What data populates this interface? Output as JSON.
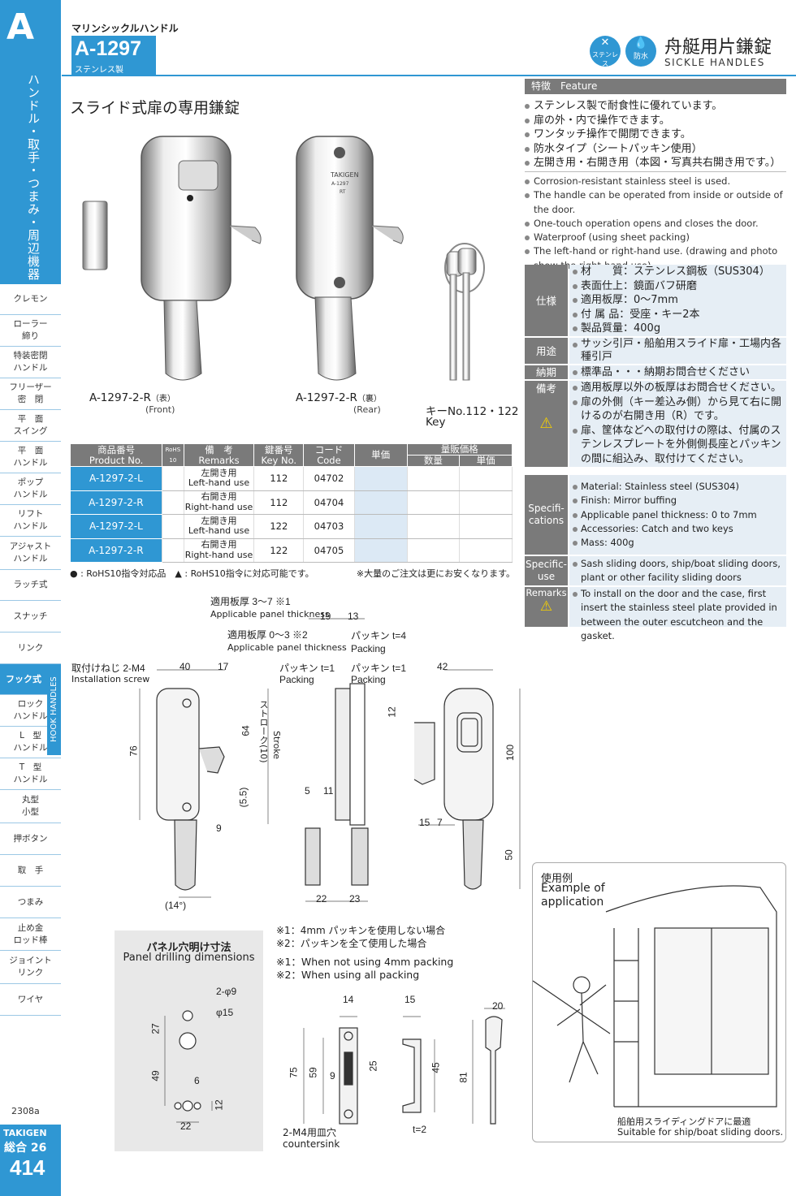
{
  "sidebar": {
    "letter": "A",
    "category": "ハンドル・取手・つまみ・周辺機器",
    "items": [
      "クレモン",
      "ローラー\n締り",
      "特装密閉\nハンドル",
      "フリーザー\n密　閉",
      "平　面\nスイング",
      "平　面\nハンドル",
      "ポップ\nハンドル",
      "リフト\nハンドル",
      "アジャスト\nハンドル",
      "ラッチ式",
      "スナッチ",
      "リンク",
      "フック式",
      "ロック\nハンドル",
      "L　型\nハンドル",
      "T　型\nハンドル",
      "丸型\n小型",
      "押ボタン",
      "取　手",
      "つまみ",
      "止め金\nロッド棒",
      "ジョイント\nリンク",
      "ワイヤ"
    ],
    "active_index": 12,
    "tab_label": "HOOK HANDLES",
    "edition": "2308a",
    "brand": "TAKIGEN",
    "catalog": "総合 26",
    "page": "414"
  },
  "header": {
    "subtitle": "マリンシックルハンドル",
    "model": "A-1297",
    "material": "ステンレス製",
    "badges": [
      "ステンレス",
      "防水"
    ],
    "title_jp": "舟艇用片鎌錠",
    "title_en": "SICKLE HANDLES"
  },
  "headline": "スライド式扉の専用鎌錠",
  "photos": {
    "front_cap": "A-1297-2-R",
    "front_sub": "（表）",
    "front_en": "(Front)",
    "rear_cap": "A-1297-2-R",
    "rear_sub": "（裏）",
    "rear_en": "(Rear)",
    "key_cap": "キーNo.112・122",
    "key_en": "Key",
    "engraving": "TAKIGEN",
    "engraving_model": "A-1297",
    "engraving_side": "RT"
  },
  "feature": {
    "label": "特徴　Feature",
    "jp": [
      "ステンレス製で耐食性に優れています。",
      "扉の外・内で操作できます。",
      "ワンタッチ操作で開閉できます。",
      "防水タイプ（シートパッキン使用）",
      "左開き用・右開き用（本図・写真共右開き用です。）"
    ],
    "en": [
      "Corrosion-resistant stainless steel is used.",
      "The handle can be operated from inside or outside  of the door.",
      "One-touch operation opens and closes the door.",
      "Waterproof (using sheet packing)",
      "The left-hand or right-hand use. (drawing and photo show the right-hand use)"
    ]
  },
  "spec_jp": {
    "spec_label": "仕様",
    "spec": [
      "材　　質：ステンレス鋼板（SUS304）",
      "表面仕上：鏡面バフ研磨",
      "適用板厚：0〜7mm",
      "付 属 品：受座・キー2本",
      "製品質量：400g"
    ],
    "use_label": "用途",
    "use": [
      "サッシ引戸・船舶用スライド扉・工場内各種引戸"
    ],
    "delivery_label": "納期",
    "delivery": [
      "標準品・・・納期お問合せください"
    ],
    "remarks_label": "備考",
    "remarks": [
      "適用板厚以外の板厚はお問合せください。",
      "扉の外側（キー差込み側）から見て右に開けるのが右開き用（R）です。",
      "扉、筐体などへの取付けの際は、付属のステンレスプレートを外側側長座とパッキンの間に組込み、取付けてください。"
    ]
  },
  "spec_en": {
    "spec_label": "Specifi-\ncations",
    "spec": [
      "Material: Stainless steel (SUS304)",
      "Finish: Mirror buffing",
      "Applicable panel thickness: 0 to 7mm",
      "Accessories: Catch and two keys",
      "Mass: 400g"
    ],
    "use_label": "Specific-\nuse",
    "use": [
      "Sash sliding doors, ship/boat sliding doors, plant or other facility sliding doors"
    ],
    "remarks_label": "Remarks",
    "remarks": [
      "To install on the door and the case, first insert the stainless steel plate provided in between the outer escutcheon and the gasket."
    ]
  },
  "table": {
    "headers": {
      "product": "商品番号\nProduct No.",
      "rohs": "RoHS\n10",
      "remarks": "備　考\nRemarks",
      "key": "鍵番号\nKey No.",
      "code": "コード\nCode",
      "price": "単価",
      "bulk": "量販価格",
      "qty": "数量",
      "bulk_price": "単価"
    },
    "rows": [
      {
        "product": "A-1297-2-L",
        "remarks": "左開き用\nLeft-hand use",
        "key": "112",
        "code": "04702"
      },
      {
        "product": "A-1297-2-R",
        "remarks": "右開き用\nRight-hand use",
        "key": "112",
        "code": "04704"
      },
      {
        "product": "A-1297-2-L",
        "remarks": "左開き用\nLeft-hand use",
        "key": "122",
        "code": "04703"
      },
      {
        "product": "A-1297-2-R",
        "remarks": "右開き用\nRight-hand use",
        "key": "122",
        "code": "04705"
      }
    ],
    "note_left": "● : RoHS10指令対応品　▲ : RoHS10指令に対応可能です。",
    "note_right": "※大量のご注文は更にお安くなります。"
  },
  "drawing": {
    "thk1": "適用板厚 3〜7 ※1",
    "thk1_en": "Applicable panel thickness",
    "thk2": "適用板厚 0〜3 ※2",
    "thk2_en": "Applicable panel thickness",
    "packing4": "パッキン t=4",
    "packing4_en": "Packing",
    "packing1a": "パッキン t=1",
    "packing1a_en": "Packing",
    "packing1b": "パッキン t=1",
    "packing1b_en": "Packing",
    "screw": "取付けねじ 2-M4",
    "screw_en": "Installation screw",
    "stroke": "ストローク(10)",
    "stroke_en": "Stroke",
    "dims": {
      "d40": "40",
      "d17": "17",
      "d76": "76",
      "d64": "64",
      "d55": "(5.5)",
      "d9": "9",
      "d14": "(14°)",
      "d19": "19",
      "d13": "13",
      "d5": "5",
      "d11": "11",
      "d22": "22",
      "d23": "23",
      "d42": "42",
      "d12": "12",
      "d100": "100",
      "d15": "15",
      "d7": "7",
      "d50": "50"
    },
    "notes": [
      "※1：4mm パッキンを使用しない場合",
      "※2：パッキンを全て使用した場合",
      "※1：When not using 4mm packing",
      "※2：When using all packing"
    ]
  },
  "panel": {
    "title_jp": "パネル穴明け寸法",
    "title_en": "Panel drilling dimensions",
    "dims": {
      "holes": "2-φ9",
      "phi15": "φ15",
      "d27": "27",
      "d49": "49",
      "d6": "6",
      "d12": "12",
      "d22": "22"
    }
  },
  "catch": {
    "dims": {
      "d14": "14",
      "d15": "15",
      "d75": "75",
      "d59": "59",
      "d9": "9",
      "d25": "25",
      "d45": "45",
      "t2": "t=2",
      "d20": "20",
      "d81": "81"
    },
    "hole_note": "2-M4用皿穴",
    "hole_note_en": "countersink"
  },
  "example": {
    "title_jp": "使用例",
    "title_en": "Example of\napplication",
    "caption_jp": "船舶用スライディングドアに最適",
    "caption_en": "Suitable for ship/boat sliding doors."
  },
  "colors": {
    "accent": "#2f97d3",
    "gray": "#7a7a7a",
    "light": "#e6eef5"
  }
}
